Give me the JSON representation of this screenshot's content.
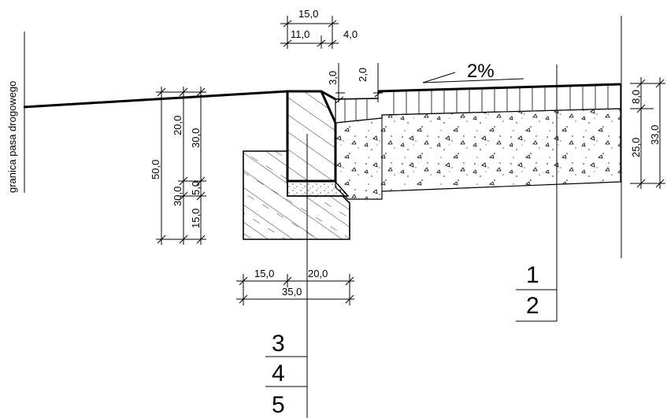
{
  "drawing": {
    "boundary_label": "granica pasa drogowego",
    "slope": "2%",
    "dimensions": {
      "top_width": "15,0",
      "top_left": "11,0",
      "top_right": "4,0",
      "curb_reveal": "3,0",
      "edge_offset": "2,0",
      "total_height": "50,0",
      "upper_height": "20,0",
      "upper_right": "30,0",
      "lower_height": "30,0",
      "bedding": "5,0",
      "footing": "15,0",
      "base_left": "15,0",
      "base_right": "20,0",
      "base_total": "35,0",
      "surface": "8,0",
      "subbase": "25,0",
      "pavement_total": "33,0"
    },
    "callouts": {
      "right": [
        "1",
        "2"
      ],
      "left": [
        "3",
        "4",
        "5"
      ]
    }
  }
}
